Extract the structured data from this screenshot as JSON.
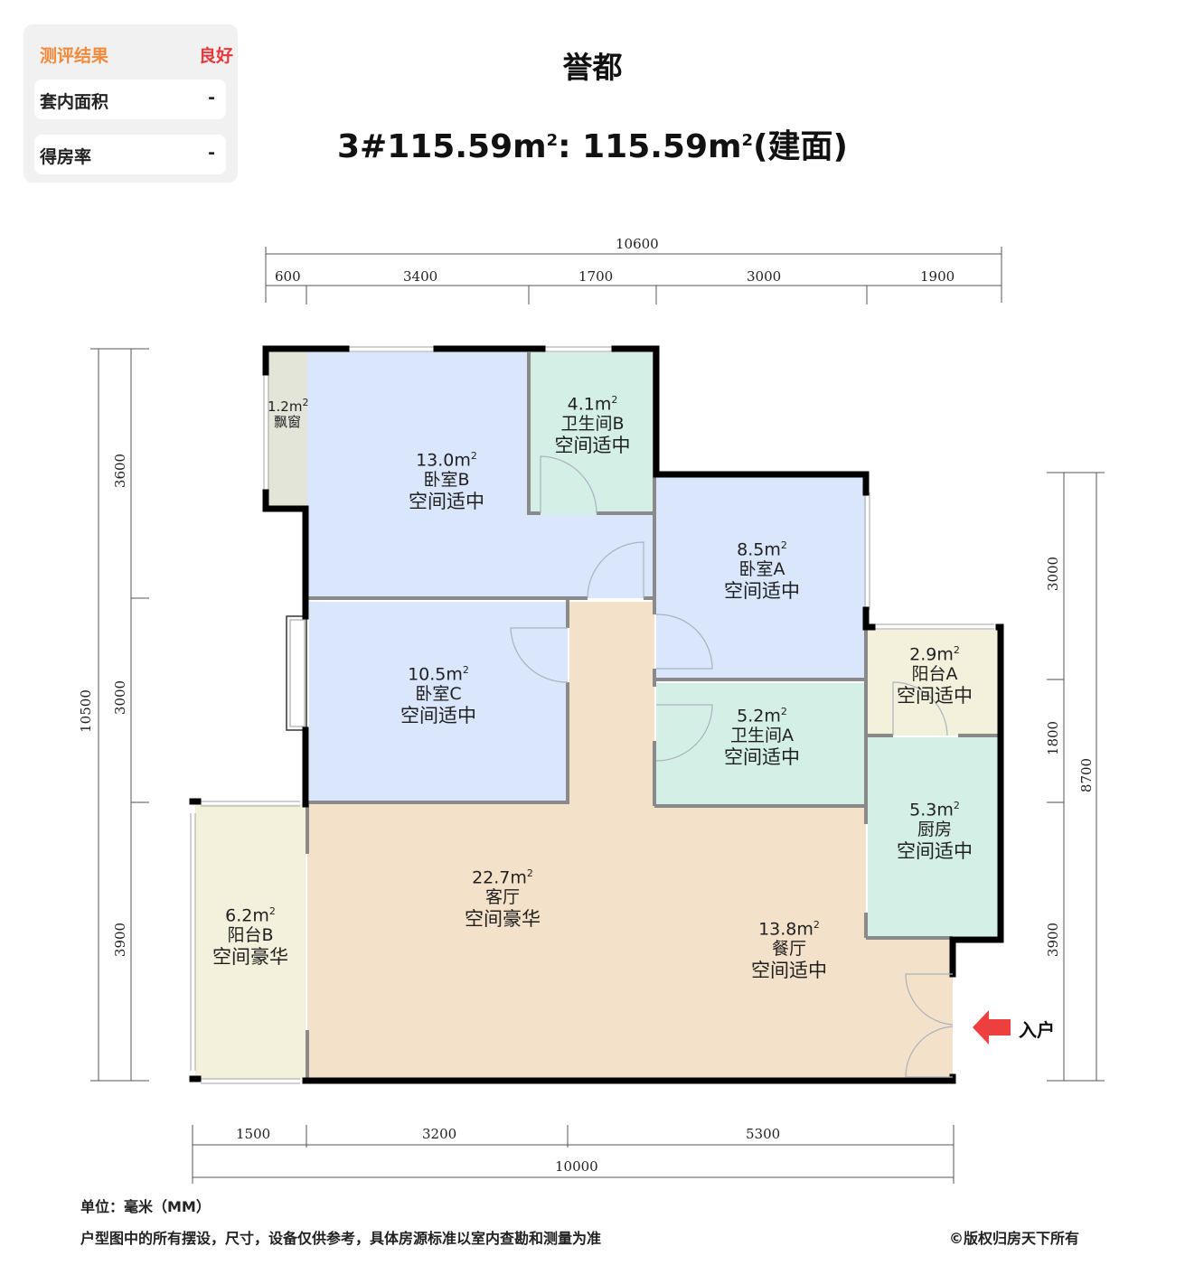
{
  "eval_card": {
    "header_label": "测评结果",
    "header_value": "良好",
    "rows": [
      {
        "label": "套内面积",
        "value": "-"
      },
      {
        "label": "得房率",
        "value": "-"
      }
    ],
    "colors": {
      "header_label": "#f08a3a",
      "header_value": "#e8383b"
    }
  },
  "header": {
    "project_name": "誉都",
    "unit_title_prefix": "3#115.59m",
    "unit_title_mid": ": 115.59m",
    "unit_title_suffix": "(建面)",
    "superscript": "2"
  },
  "dimensions": {
    "top_total": "10600",
    "top_segments": [
      "600",
      "3400",
      "1700",
      "3000",
      "1900"
    ],
    "left_total": "10500",
    "left_segments": [
      "3600",
      "3000",
      "3900"
    ],
    "right_total": "8700",
    "right_segments": [
      "3000",
      "1800",
      "3900"
    ],
    "bottom_total": "10000",
    "bottom_segments": [
      "1500",
      "3200",
      "5300"
    ]
  },
  "rooms": [
    {
      "id": "bay-window",
      "area": "1.2m",
      "name": "飘窗",
      "grade": "",
      "color": "#e3e5d9"
    },
    {
      "id": "bedroom-b",
      "area": "13.0m",
      "name": "卧室B",
      "grade": "空间适中",
      "color": "#d9e6fb"
    },
    {
      "id": "bathroom-b",
      "area": "4.1m",
      "name": "卫生间B",
      "grade": "空间适中",
      "color": "#d4efe5"
    },
    {
      "id": "bedroom-a",
      "area": "8.5m",
      "name": "卧室A",
      "grade": "空间适中",
      "color": "#d9e6fb"
    },
    {
      "id": "bedroom-c",
      "area": "10.5m",
      "name": "卧室C",
      "grade": "空间适中",
      "color": "#d9e6fb"
    },
    {
      "id": "balcony-a",
      "area": "2.9m",
      "name": "阳台A",
      "grade": "空间适中",
      "color": "#f3f1dc"
    },
    {
      "id": "bathroom-a",
      "area": "5.2m",
      "name": "卫生间A",
      "grade": "空间适中",
      "color": "#d4efe5"
    },
    {
      "id": "kitchen",
      "area": "5.3m",
      "name": "厨房",
      "grade": "空间适中",
      "color": "#d4efe5"
    },
    {
      "id": "living-room",
      "area": "22.7m",
      "name": "客厅",
      "grade": "空间豪华",
      "color": "#f3e1c9"
    },
    {
      "id": "balcony-b",
      "area": "6.2m",
      "name": "阳台B",
      "grade": "空间豪华",
      "color": "#f3f1dc"
    },
    {
      "id": "dining-room",
      "area": "13.8m",
      "name": "餐厅",
      "grade": "空间适中",
      "color": "#f3e1c9"
    }
  ],
  "area_superscript": "2",
  "entry": {
    "label": "入户",
    "arrow_color": "#ee3f3f"
  },
  "footer": {
    "unit_note": "单位：毫米（MM）",
    "disclaimer": "户型图中的所有摆设，尺寸，设备仅供参考，具体房源标准以室内查勘和测量为准",
    "copyright": "©版权归房天下所有"
  }
}
